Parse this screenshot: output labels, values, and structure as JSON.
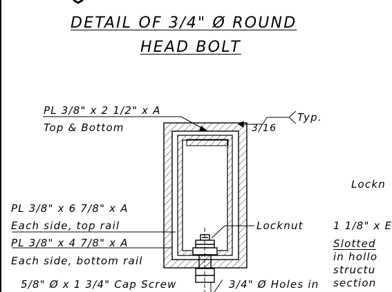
{
  "title": {
    "line1": "DETAIL OF 3/4\" Ø ROUND",
    "line2": "HEAD BOLT"
  },
  "labels": {
    "plate_top": "PL 3/8\" x 2 1/2\" x A",
    "plate_top_sub": "Top & Bottom",
    "weld_size": "3/16",
    "weld_typ": "Typ.",
    "plate_side_top": "PL 3/8\" x 6 7/8\" x A",
    "plate_side_top_sub": "Each side, top rail",
    "plate_side_bottom": "PL 3/8\" x 4 7/8\" x A",
    "plate_side_bottom_sub": "Each side, bottom rail",
    "cap_screw": "5/8\" Ø x 1 3/4\" Cap Screw",
    "locknut": "Locknut",
    "holes": "3/4\" Ø Holes in",
    "right_locknut": "Lockn",
    "right_size": "1 1/8\" x E",
    "right_slotted": "Slotted",
    "right_hollow": "in hollo",
    "right_struct": "structu",
    "right_section": "section"
  }
}
